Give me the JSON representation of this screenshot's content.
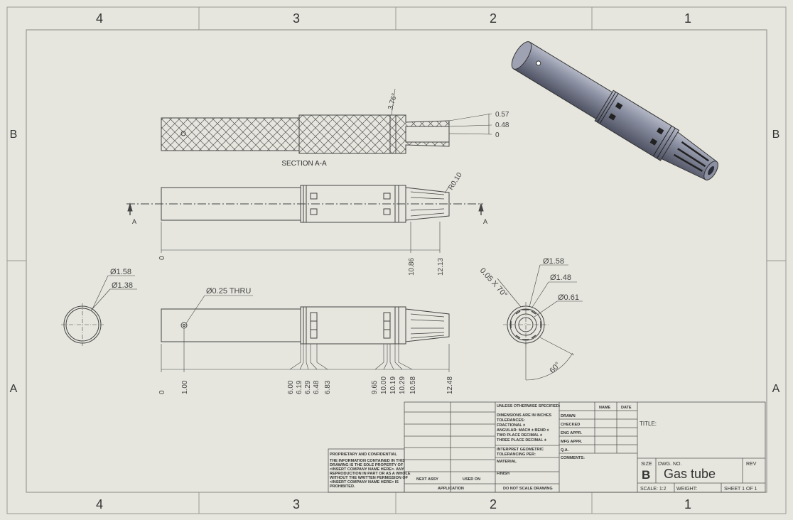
{
  "sheet": {
    "zones_top": [
      "4",
      "3",
      "2",
      "1"
    ],
    "zones_bottom": [
      "4",
      "3",
      "2",
      "1"
    ],
    "zones_left": [
      "B",
      "A"
    ],
    "zones_right": [
      "B",
      "A"
    ]
  },
  "section_label": "SECTION A-A",
  "cut_marks": [
    "A",
    "A"
  ],
  "section_dims": {
    "angle": "3.76°",
    "r1": "0.57",
    "r2": "0.48",
    "r3": "0"
  },
  "front_dims": {
    "radius": "R0.10",
    "ord_zero": "0",
    "ord_a": "10.86",
    "ord_b": "12.13"
  },
  "left_view_dims": {
    "d1": "Ø1.58",
    "d2": "Ø1.38"
  },
  "bottom_dims": {
    "hole": "Ø0.25 THRU",
    "ordinates": [
      "0",
      "1.00",
      "6.00",
      "6.19",
      "6.29",
      "6.48",
      "6.83",
      "9.65",
      "10.00",
      "10.19",
      "10.29",
      "10.58",
      "12.48"
    ]
  },
  "end_view_dims": {
    "chamfer": "0.05 X 70°",
    "d1": "Ø1.58",
    "d2": "Ø1.48",
    "d3": "Ø0.61",
    "angle": "60°"
  },
  "title_block": {
    "tolerance_header": "UNLESS OTHERWISE SPECIFIED:",
    "tolerance_lines": [
      "DIMENSIONS ARE IN INCHES",
      "TOLERANCES:",
      "FRACTIONAL ±",
      "ANGULAR: MACH ±   BEND ±",
      "TWO PLACE DECIMAL   ±",
      "THREE PLACE DECIMAL   ±"
    ],
    "interpret": [
      "INTERPRET GEOMETRIC",
      "TOLERANCING PER:"
    ],
    "material": "MATERIAL",
    "finish": "FINISH",
    "next_assy": "NEXT ASSY",
    "used_on": "USED ON",
    "application": "APPLICATION",
    "do_not_scale": "DO NOT SCALE DRAWING",
    "name_col": "NAME",
    "date_col": "DATE",
    "roles": [
      "DRAWN",
      "CHECKED",
      "ENG APPR.",
      "MFG APPR.",
      "Q.A."
    ],
    "comments": "COMMENTS:",
    "title_label": "TITLE:",
    "size_label": "SIZE",
    "size_value": "B",
    "dwg_label": "DWG.  NO.",
    "dwg_value": "Gas tube",
    "rev_label": "REV",
    "scale": "SCALE: 1:2",
    "weight": "WEIGHT:",
    "sheet": "SHEET 1 OF 1"
  },
  "proprietary": {
    "heading": "PROPRIETARY AND CONFIDENTIAL",
    "lines": [
      "THE INFORMATION CONTAINED IN THIS",
      "DRAWING IS THE SOLE PROPERTY OF",
      "<INSERT COMPANY NAME HERE>. ANY",
      "REPRODUCTION IN PART OR AS A WHOLE",
      "WITHOUT THE WRITTEN PERMISSION OF",
      "<INSERT COMPANY NAME HERE> IS",
      "PROHIBITED."
    ]
  }
}
